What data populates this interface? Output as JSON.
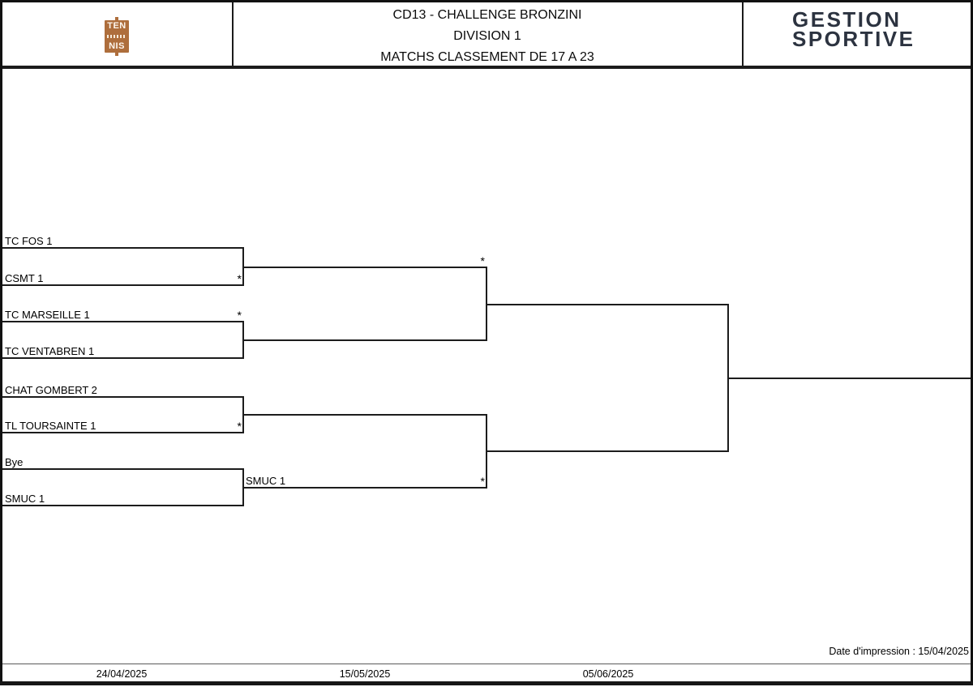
{
  "header": {
    "tennis_logo": {
      "top_word": "TEN",
      "bottom_word": "NIS",
      "color": "#ae6e3c"
    },
    "titles": [
      "CD13 - CHALLENGE BRONZINI",
      "DIVISION 1",
      "MATCHS CLASSEMENT DE 17 A 23"
    ],
    "brand": {
      "line1": "GESTION",
      "line2": "SPORTIVE",
      "color": "#2c3340"
    }
  },
  "bracket": {
    "round1": [
      {
        "name": "TC FOS 1",
        "mark": ""
      },
      {
        "name": "CSMT 1",
        "mark": "*"
      },
      {
        "name": "TC MARSEILLE 1",
        "mark": "*"
      },
      {
        "name": "TC VENTABREN 1",
        "mark": ""
      },
      {
        "name": "CHAT GOMBERT 2",
        "mark": ""
      },
      {
        "name": "TL TOURSAINTE 1",
        "mark": "*"
      },
      {
        "name": "Bye",
        "mark": ""
      },
      {
        "name": "SMUC 1",
        "mark": ""
      }
    ],
    "round2": [
      {
        "name": "",
        "mark": "*"
      },
      {
        "name": "",
        "mark": ""
      },
      {
        "name": "",
        "mark": ""
      },
      {
        "name": "SMUC 1",
        "mark": "*"
      }
    ]
  },
  "footer": {
    "round_dates": [
      "24/04/2025",
      "15/05/2025",
      "05/06/2025"
    ],
    "print_date": "Date d'impression : 15/04/2025"
  }
}
